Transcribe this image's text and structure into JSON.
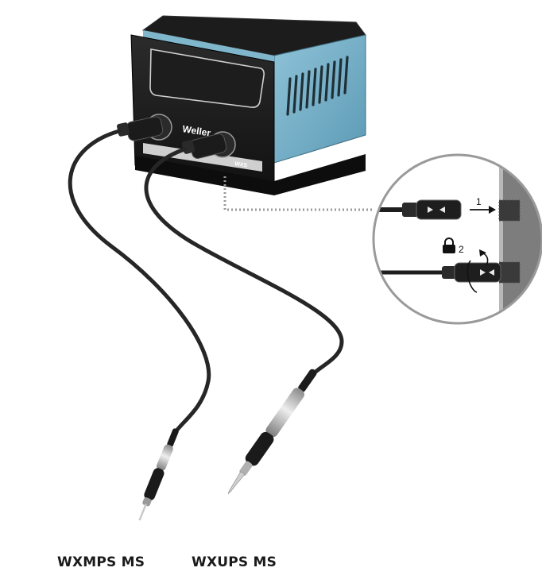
{
  "station": {
    "brand": "Weller",
    "model": "WXS"
  },
  "detail": {
    "step1": "1",
    "step2": "2",
    "lock_icon": "padlock-icon",
    "arrow_icon": "arrow-right-icon",
    "rotate_icon": "rotate-arrow-icon"
  },
  "captions": {
    "left": "WXMPS MS",
    "right": "WXUPS MS"
  }
}
